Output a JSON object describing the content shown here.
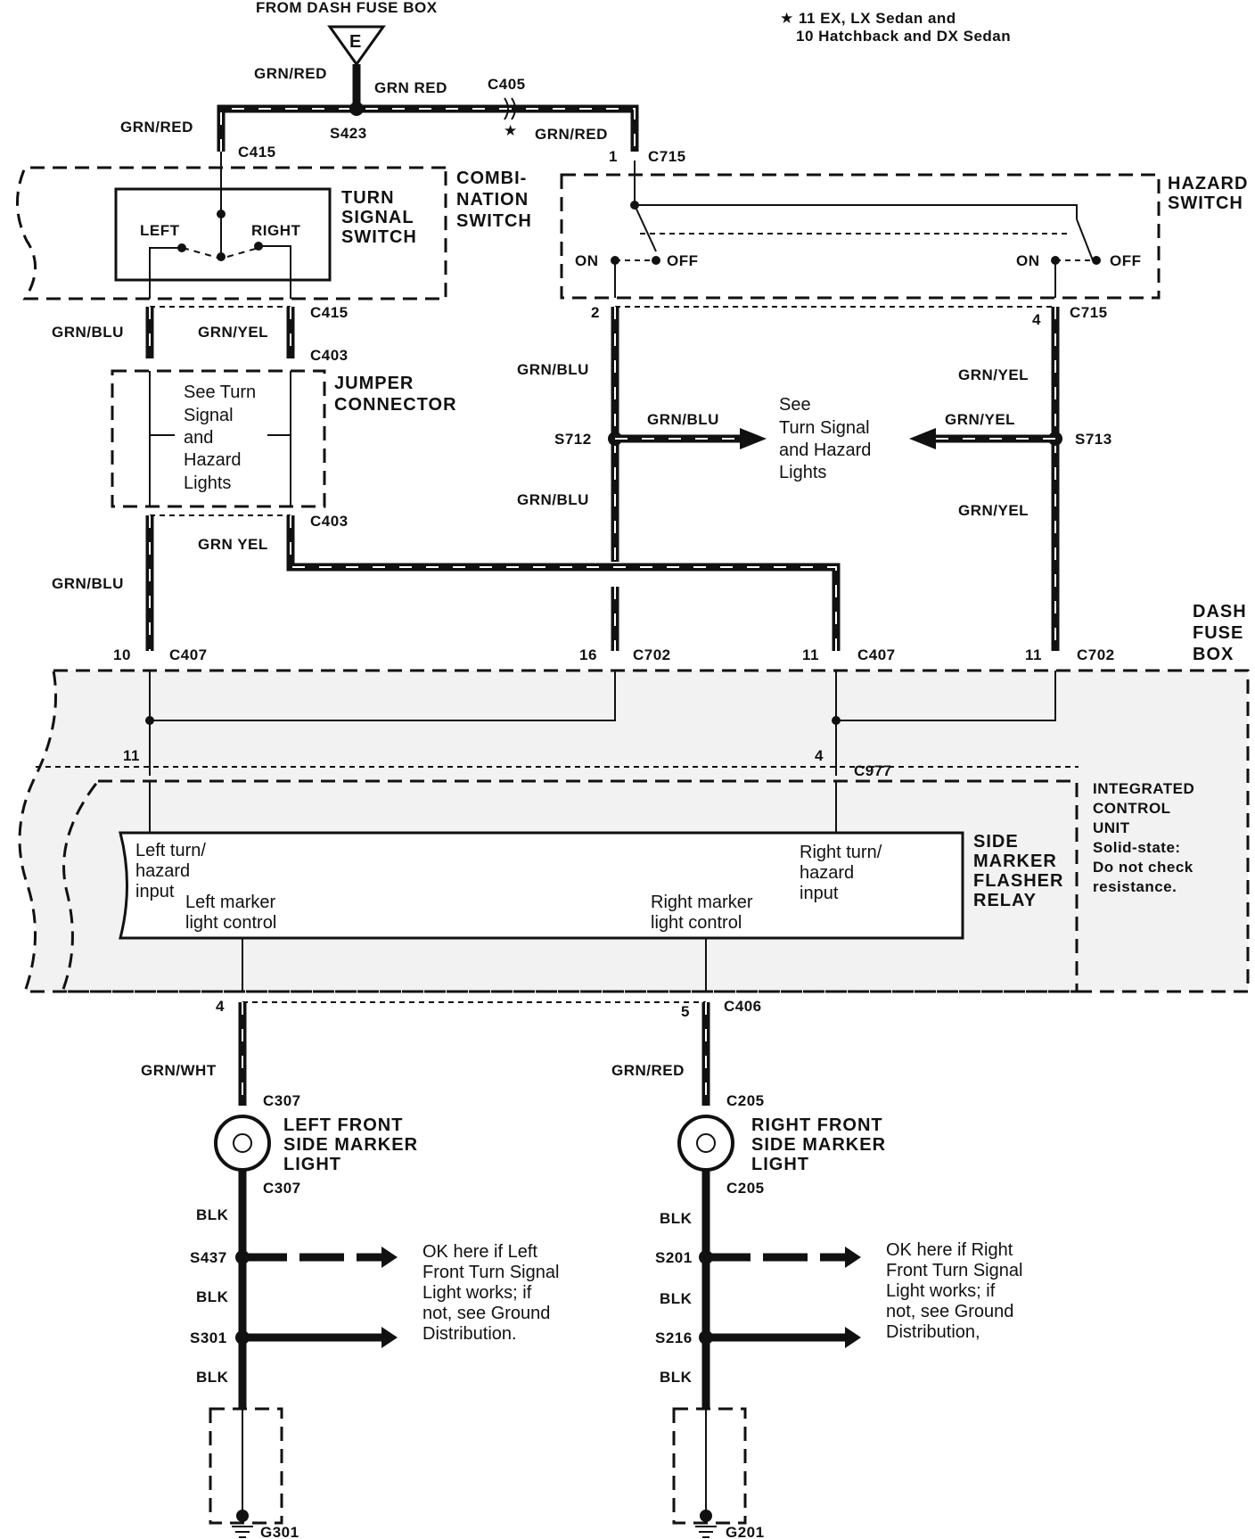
{
  "header": {
    "source": "FROM DASH FUSE BOX",
    "source_letter": "E",
    "note_line1": "★ 11 EX, LX Sedan and",
    "note_line2": "10 Hatchback and DX Sedan"
  },
  "wires": {
    "grn_red": "GRN/RED",
    "grn_red_top": "GRN RED",
    "grn_red_c405": "GRN/RED",
    "grn_blu": "GRN/BLU",
    "grn_yel": "GRN/YEL",
    "grn_yel_low": "GRN YEL",
    "grn_wht": "GRN/WHT",
    "blk": "BLK"
  },
  "connectors": {
    "c405": "C405",
    "c405_star": "★",
    "s423": "S423",
    "c415": "C415",
    "c715": "C715",
    "c403": "C403",
    "s712": "S712",
    "s713": "S713",
    "c407": "C407",
    "c702": "C702",
    "c977": "C977",
    "c406": "C406",
    "c307": "C307",
    "c205": "C205",
    "s437": "S437",
    "s301": "S301",
    "s201": "S201",
    "s216": "S216",
    "g301": "G301",
    "g201": "G201"
  },
  "pins": {
    "c715_1": "1",
    "c715_2": "2",
    "c715_4": "4",
    "c407_10": "10",
    "c702_16": "16",
    "c407_11": "11",
    "c702_11": "11",
    "c977_11": "11",
    "c977_4": "4",
    "c406_4": "4",
    "c406_5": "5"
  },
  "components": {
    "combination_switch": [
      "COMBI-",
      "NATION",
      "SWITCH"
    ],
    "turn_signal_switch": [
      "TURN",
      "SIGNAL",
      "SWITCH"
    ],
    "left": "LEFT",
    "right": "RIGHT",
    "hazard_switch": [
      "HAZARD",
      "SWITCH"
    ],
    "on": "ON",
    "off": "OFF",
    "jumper_connector": [
      "JUMPER",
      "CONNECTOR"
    ],
    "jumper_note": [
      "See Turn",
      "Signal",
      "and",
      "Hazard",
      "Lights"
    ],
    "see_turn_signal": [
      "See",
      "Turn Signal",
      "and Hazard",
      "Lights"
    ],
    "dash_fuse_box": [
      "DASH",
      "FUSE",
      "BOX"
    ],
    "icu": [
      "INTEGRATED",
      "CONTROL",
      "UNIT",
      "Solid-state:",
      "Do not check",
      "resistance."
    ],
    "relay_title": [
      "SIDE",
      "MARKER",
      "FLASHER",
      "RELAY"
    ],
    "left_input": [
      "Left turn/",
      "hazard",
      "input"
    ],
    "right_input": [
      "Right turn/",
      "hazard",
      "input"
    ],
    "left_control": [
      "Left marker",
      "light control"
    ],
    "right_control": [
      "Right marker",
      "light control"
    ],
    "left_light": [
      "LEFT FRONT",
      "SIDE MARKER",
      "LIGHT"
    ],
    "right_light": [
      "RIGHT FRONT",
      "SIDE MARKER",
      "LIGHT"
    ],
    "left_note": [
      "OK here if Left",
      "Front Turn Signal",
      "Light works; if",
      "not, see Ground",
      "Distribution."
    ],
    "right_note": [
      "OK here if Right",
      "Front Turn Signal",
      "Light works; if",
      "not, see Ground",
      "Distribution,"
    ]
  }
}
